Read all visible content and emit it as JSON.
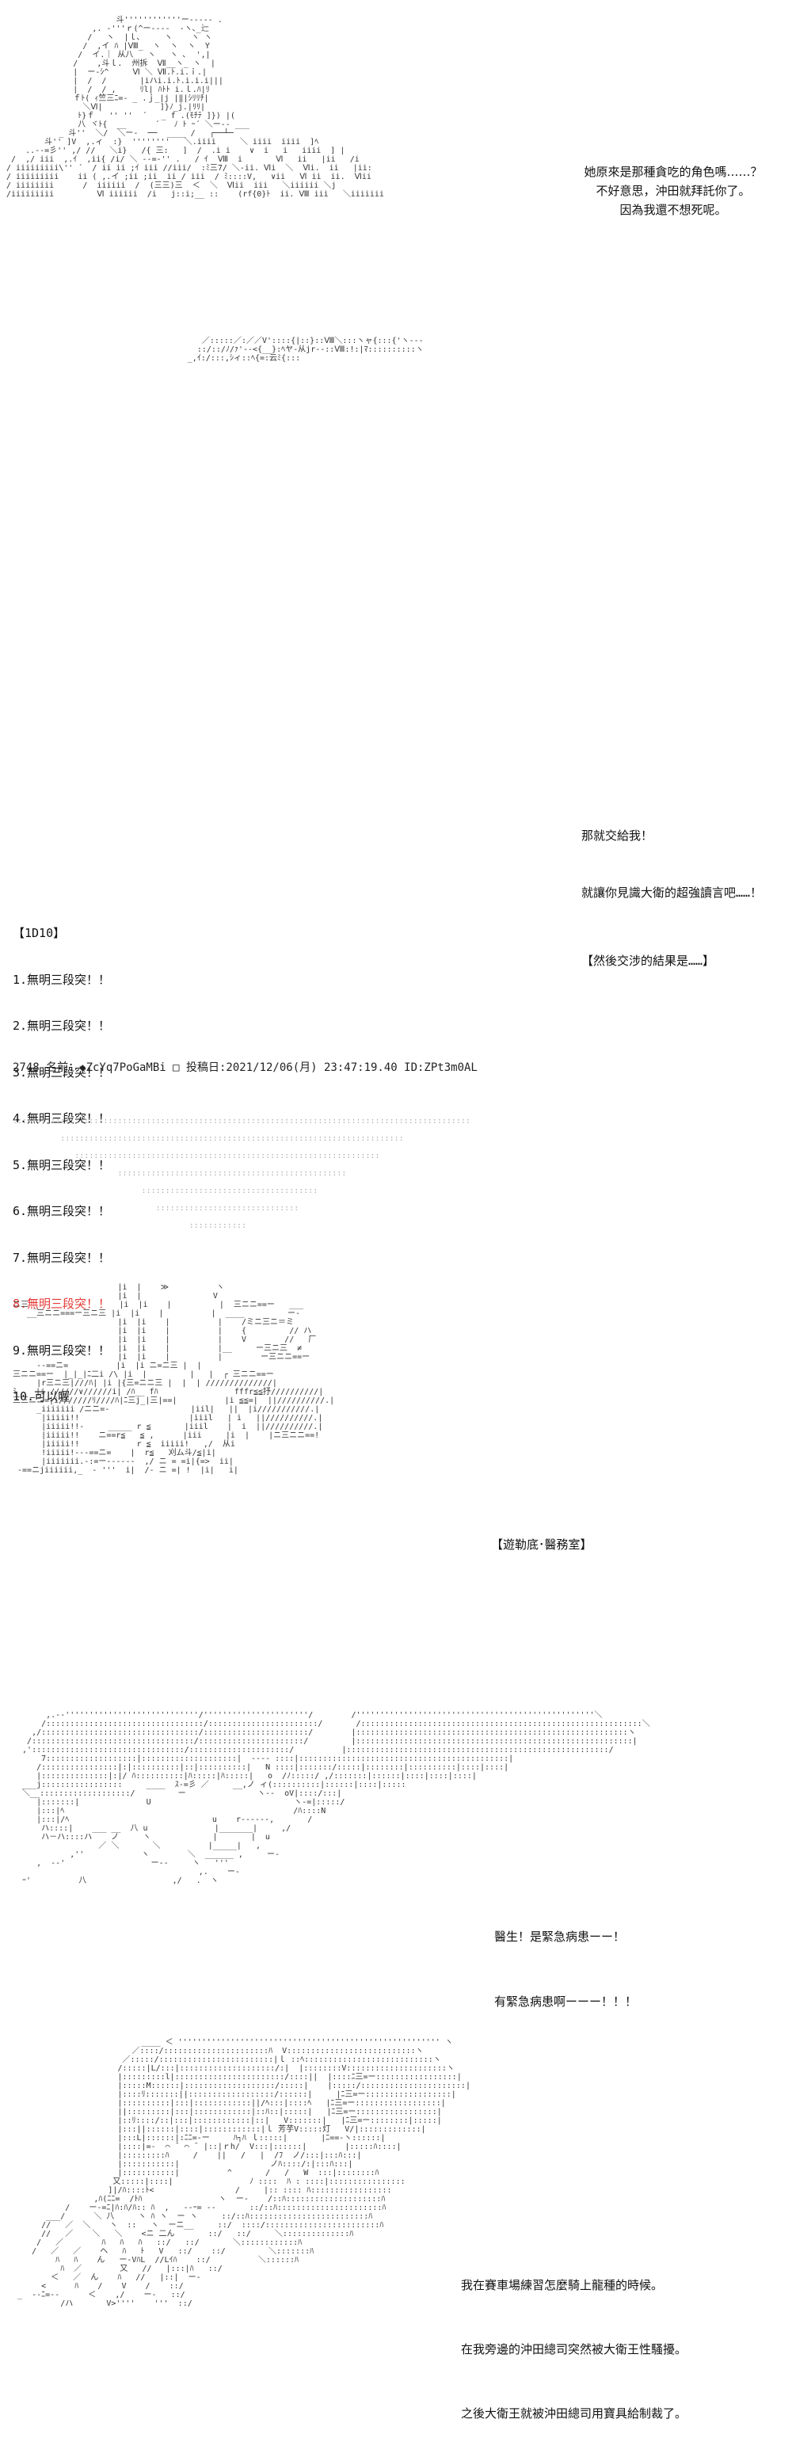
{
  "panel1": {
    "dialog": [
      "她原來是那種貪吃的角色嗎……？",
      "不好意思，沖田就拜託你了。",
      "因為我還不想死呢。"
    ]
  },
  "panel2": {
    "dialog": [
      "那就交給我！",
      "就讓你見識大衛的超強讀言吧……！",
      "【然後交涉的結果是……】"
    ]
  },
  "vote": {
    "header": "【1D10】",
    "items": [
      "1.無明三段突！！",
      "2.無明三段突！！",
      "3.無明三段突！！",
      "4.無明三段突！！",
      "5.無明三段突！！",
      "6.無明三段突！！",
      "7.無明三段突！！",
      "8.無明三段突！！",
      "9.無明三段突！！",
      "10.可以喔"
    ],
    "highlight_index": 7,
    "highlight_color": "#e53935"
  },
  "post": {
    "header": "2748 名前：◆ZcYq7PoGaMBi □ 投稿日:2021/12/06(月) 23:47:19.40 ID:ZPt3m0AL"
  },
  "panel3": {
    "location": "【遊勒底･醫務室】"
  },
  "panel4": {
    "dialog": [
      "醫生！是緊急病患ーー！",
      "有緊急病患啊ーーー！！！"
    ]
  },
  "panel5": {
    "dialog": [
      "我在賽車場練習怎麼騎上龍種的時候。",
      "在我旁邊的沖田總司突然被大衛王性騷擾。",
      "之後大衛王就被沖田總司用寶具給制裁了。"
    ]
  }
}
